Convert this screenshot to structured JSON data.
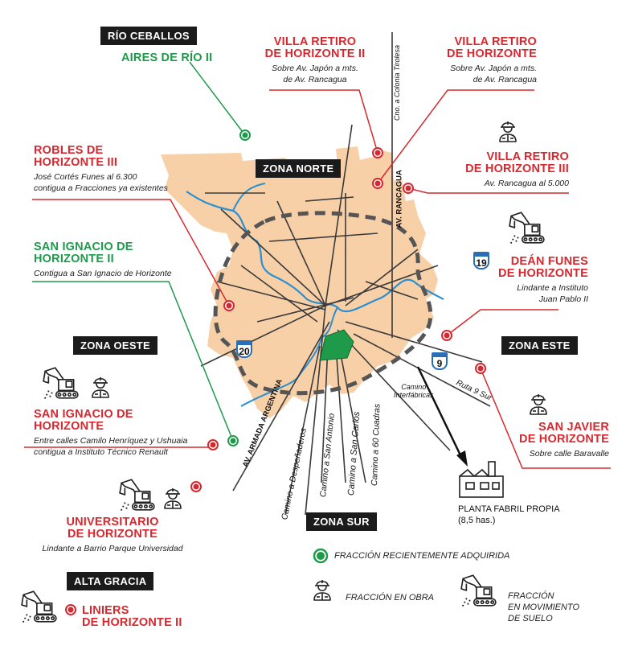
{
  "zones": {
    "rio_ceballos": "RÍO CEBALLOS",
    "norte": "ZONA NORTE",
    "oeste": "ZONA OESTE",
    "este": "ZONA ESTE",
    "sur": "ZONA SUR",
    "alta_gracia": "ALTA GRACIA"
  },
  "sites": {
    "aires_rio": {
      "title": [
        "AIRES DE RÍO II"
      ],
      "status": "recently-acquired"
    },
    "villa_retiro_ii": {
      "title": [
        "VILLA RETIRO",
        "DE HORIZONTE II"
      ],
      "desc": [
        "Sobre Av. Japón a mts.",
        "de Av. Rancagua"
      ]
    },
    "villa_retiro": {
      "title": [
        "VILLA RETIRO",
        "DE HORIZONTE"
      ],
      "desc": [
        "Sobre Av. Japón a mts.",
        "de Av. Rancagua"
      ]
    },
    "robles_iii": {
      "title": [
        "ROBLES DE",
        "HORIZONTE III"
      ],
      "desc": [
        "José Cortés Funes al 6.300",
        "contigua a Fracciones ya existentes"
      ]
    },
    "villa_retiro_iii": {
      "title": [
        "VILLA RETIRO",
        "DE HORIZONTE III"
      ],
      "desc": [
        "Av. Rancagua al 5.000"
      ]
    },
    "san_ignacio_ii": {
      "title": [
        "SAN IGNACIO DE",
        "HORIZONTE II"
      ],
      "desc": [
        "Contigua a San Ignacio de Horizonte"
      ]
    },
    "dean_funes": {
      "title": [
        "DEÁN FUNES",
        "DE HORIZONTE"
      ],
      "desc": [
        "Lindante a Instituto",
        "Juan Pablo II"
      ]
    },
    "san_ignacio": {
      "title": [
        "SAN IGNACIO DE",
        "HORIZONTE"
      ],
      "desc": [
        "Entre calles Camilo Henríquez y Ushuaia",
        "contigua a Instituto Técnico Renault"
      ]
    },
    "san_javier": {
      "title": [
        "SAN JAVIER",
        "DE HORIZONTE"
      ],
      "desc": [
        "Sobre calle Baravalle"
      ]
    },
    "universitario": {
      "title": [
        "UNIVERSITARIO",
        "DE HORIZONTE"
      ],
      "desc": [
        "Lindante a Barrio Parque Universidad"
      ]
    },
    "liniers_ii": {
      "title": [
        "LINIERS",
        "DE HORIZONTE II"
      ]
    }
  },
  "roads": {
    "colonia_tirolesa": "Cno. a Colonia Tirolesa",
    "rancagua": "AV. RANCAGUA",
    "armada_argentina": "AV. ARMADA ARGENTINA",
    "despenaderos": "Camino a Despeñaderos",
    "san_antonio": "Camino a San Antonio",
    "san_carlos": "Camino a San Carlos",
    "sesenta_cuadras": "Camino a 60 Cuadras",
    "interfabricas": [
      "Camino",
      "Interfábricas"
    ],
    "ruta9": "Ruta 9 Sur"
  },
  "highways": {
    "h19": "19",
    "h20": "20",
    "h9": "9"
  },
  "plant": {
    "lines": [
      "PLANTA FABRIL PROPIA",
      "(8,5 has.)"
    ]
  },
  "legend": {
    "acquired": "FRACCIÓN RECIENTEMENTE ADQUIRIDA",
    "construction": "FRACCIÓN EN OBRA",
    "earthworks": [
      "FRACCIÓN",
      "EN MOVIMIENTO",
      "DE SUELO"
    ]
  },
  "colors": {
    "red": "#d7282f",
    "green": "#1e9a4a",
    "city": "#f8d0a8",
    "river": "#2a8fd0",
    "ring": "#555555",
    "zone_bg": "#1b1b1b"
  },
  "icons": [
    "excavator-icon",
    "worker-icon",
    "factory-icon",
    "highway-shield-icon"
  ]
}
